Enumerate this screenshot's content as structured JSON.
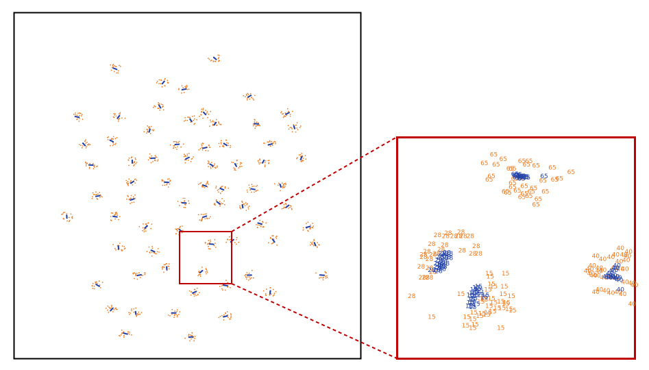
{
  "chart_data": [
    {
      "type": "scatter",
      "panel": "overview",
      "title": "",
      "xlabel": "",
      "ylabel": "",
      "grid": false,
      "xlim": [
        0,
        100
      ],
      "ylim": [
        0,
        100
      ],
      "cluster_centers": [
        [
          29,
          84
        ],
        [
          58,
          87
        ],
        [
          43,
          80
        ],
        [
          49,
          78
        ],
        [
          68,
          76
        ],
        [
          42,
          73
        ],
        [
          55,
          71
        ],
        [
          18,
          70
        ],
        [
          30,
          70
        ],
        [
          51,
          69
        ],
        [
          58,
          68
        ],
        [
          70,
          68
        ],
        [
          79,
          71
        ],
        [
          81,
          67
        ],
        [
          39,
          66
        ],
        [
          20,
          62
        ],
        [
          28,
          63
        ],
        [
          47,
          62
        ],
        [
          55,
          61
        ],
        [
          61,
          62
        ],
        [
          74,
          62
        ],
        [
          83,
          58
        ],
        [
          22,
          56
        ],
        [
          34,
          57
        ],
        [
          40,
          58
        ],
        [
          50,
          58
        ],
        [
          57,
          56
        ],
        [
          64,
          56
        ],
        [
          72,
          57
        ],
        [
          34,
          51
        ],
        [
          44,
          51
        ],
        [
          55,
          50
        ],
        [
          60,
          49
        ],
        [
          69,
          49
        ],
        [
          77,
          50
        ],
        [
          24,
          47
        ],
        [
          34,
          46
        ],
        [
          49,
          45
        ],
        [
          59,
          45
        ],
        [
          66,
          44
        ],
        [
          79,
          44
        ],
        [
          15,
          41
        ],
        [
          29,
          41
        ],
        [
          38,
          38
        ],
        [
          48,
          37
        ],
        [
          55,
          41
        ],
        [
          71,
          39
        ],
        [
          85,
          38
        ],
        [
          75,
          34
        ],
        [
          30,
          32
        ],
        [
          40,
          31
        ],
        [
          57,
          33
        ],
        [
          63,
          34
        ],
        [
          87,
          33
        ],
        [
          36,
          24
        ],
        [
          44,
          26
        ],
        [
          54,
          25
        ],
        [
          68,
          24
        ],
        [
          89,
          24
        ],
        [
          24,
          21
        ],
        [
          52,
          19
        ],
        [
          61,
          21
        ],
        [
          74,
          19
        ],
        [
          28,
          14
        ],
        [
          35,
          13
        ],
        [
          46,
          13
        ],
        [
          61,
          12
        ],
        [
          32,
          7
        ],
        [
          51,
          6
        ]
      ]
    },
    {
      "type": "scatter",
      "panel": "zoom",
      "title": "",
      "xlabel": "",
      "ylabel": "",
      "grid": false,
      "xlim": [
        0,
        100
      ],
      "ylim": [
        0,
        100
      ],
      "series": [
        {
          "label": "65",
          "color": "#f07d20",
          "points": [
            [
              40.5,
              92
            ],
            [
              44.5,
              90
            ],
            [
              52.5,
              89
            ],
            [
              55.5,
              89
            ],
            [
              36.5,
              88
            ],
            [
              41.5,
              87.5
            ],
            [
              54.5,
              87.5
            ],
            [
              48.5,
              85.5
            ],
            [
              47.5,
              85.5
            ],
            [
              58.5,
              87
            ],
            [
              65.5,
              86
            ],
            [
              73.5,
              84
            ],
            [
              50.5,
              82
            ],
            [
              39.5,
              82
            ],
            [
              38.5,
              80.5
            ],
            [
              68.5,
              81
            ],
            [
              49.5,
              81
            ],
            [
              66.5,
              80.5
            ],
            [
              52.5,
              81
            ],
            [
              48.5,
              79
            ],
            [
              53.5,
              77.5
            ],
            [
              57.5,
              76.5
            ],
            [
              56.5,
              75
            ],
            [
              45.5,
              75
            ],
            [
              46.5,
              74.5
            ],
            [
              53.5,
              74
            ],
            [
              55.5,
              73
            ],
            [
              59.5,
              71.5
            ],
            [
              58.5,
              69
            ],
            [
              48.5,
              77
            ],
            [
              61.5,
              80
            ],
            [
              62.5,
              75
            ],
            [
              50.5,
              75.5
            ],
            [
              52.5,
              72.5
            ]
          ]
        },
        {
          "label": "65",
          "color": "#1f3fa8",
          "points": [
            [
              49.5,
              83
            ],
            [
              50.0,
              82.5
            ],
            [
              50.5,
              82.2
            ],
            [
              51.0,
              82.8
            ],
            [
              51.5,
              82.0
            ],
            [
              52.0,
              81.8
            ],
            [
              52.5,
              82.1
            ],
            [
              53.0,
              81.9
            ],
            [
              53.5,
              81.6
            ],
            [
              54.0,
              81.8
            ],
            [
              50.2,
              81.6
            ],
            [
              51.2,
              81.3
            ],
            [
              52.2,
              81.0
            ],
            [
              54.5,
              81.4
            ],
            [
              62.0,
              82.0
            ]
          ]
        },
        {
          "label": "28",
          "color": "#f07d20",
          "points": [
            [
              21.0,
              56
            ],
            [
              26.5,
              56.5
            ],
            [
              16.5,
              55
            ],
            [
              20.0,
              54.5
            ],
            [
              23.5,
              54.5
            ],
            [
              25.5,
              54.5
            ],
            [
              27.5,
              54.5
            ],
            [
              30.5,
              54.5
            ],
            [
              14.0,
              51
            ],
            [
              19.5,
              50.5
            ],
            [
              33.0,
              50
            ],
            [
              18.0,
              48.5
            ],
            [
              12.0,
              47.5
            ],
            [
              16.0,
              46.5
            ],
            [
              27.0,
              48
            ],
            [
              31.5,
              46.5
            ],
            [
              34.0,
              46.5
            ],
            [
              10.5,
              46
            ],
            [
              14.5,
              46
            ],
            [
              10.5,
              45
            ],
            [
              13.0,
              44
            ],
            [
              9.5,
              40.5
            ],
            [
              13.0,
              40
            ],
            [
              14.5,
              38
            ],
            [
              10.0,
              35.5
            ],
            [
              11.5,
              35.5
            ],
            [
              13.0,
              35.5
            ],
            [
              5.5,
              27
            ]
          ]
        },
        {
          "label": "28",
          "color": "#1f3fa8",
          "points": [
            [
              18.5,
              46.5
            ],
            [
              19.5,
              46.5
            ],
            [
              20.5,
              47
            ],
            [
              21.5,
              46.5
            ],
            [
              17.5,
              45
            ],
            [
              18.5,
              45.5
            ],
            [
              19.5,
              44.5
            ],
            [
              20.5,
              45
            ],
            [
              21.5,
              44.5
            ],
            [
              17.0,
              43.5
            ],
            [
              18.0,
              43
            ],
            [
              19.0,
              42.5
            ],
            [
              20.0,
              42
            ],
            [
              16.5,
              42
            ],
            [
              17.5,
              41.5
            ],
            [
              18.5,
              41
            ],
            [
              19.0,
              40.5
            ],
            [
              16.5,
              40.5
            ],
            [
              17.5,
              40
            ],
            [
              16.0,
              39
            ],
            [
              17.0,
              38.5
            ],
            [
              18.5,
              39.5
            ],
            [
              14.0,
              39
            ]
          ]
        },
        {
          "label": "15",
          "color": "#f07d20",
          "points": [
            [
              38.5,
              37.5
            ],
            [
              45.5,
              37.5
            ],
            [
              39.0,
              36
            ],
            [
              39.5,
              32.5
            ],
            [
              40.5,
              31.5
            ],
            [
              38.0,
              30
            ],
            [
              45.0,
              31.5
            ],
            [
              44.5,
              28
            ],
            [
              48.0,
              27
            ],
            [
              36.0,
              26
            ],
            [
              39.5,
              26
            ],
            [
              36.5,
              25.5
            ],
            [
              35.0,
              24.5
            ],
            [
              46.0,
              24
            ],
            [
              38.5,
              22.5
            ],
            [
              38.0,
              19.5
            ],
            [
              35.5,
              19
            ],
            [
              37.5,
              18.5
            ],
            [
              40.0,
              20
            ],
            [
              42.0,
              21.5
            ],
            [
              44.0,
              21.5
            ],
            [
              47.0,
              21
            ],
            [
              48.5,
              20.5
            ],
            [
              45.5,
              23.5
            ],
            [
              40.5,
              24
            ],
            [
              43.5,
              24.5
            ],
            [
              14.0,
              17.5
            ],
            [
              29.0,
              17.5
            ],
            [
              32.0,
              19.5
            ],
            [
              34.5,
              18
            ],
            [
              31.5,
              16.5
            ],
            [
              28.5,
              13.5
            ],
            [
              31.5,
              12.5
            ],
            [
              32.5,
              14
            ],
            [
              43.5,
              12.5
            ],
            [
              26.5,
              28
            ]
          ]
        },
        {
          "label": "15",
          "color": "#1f3fa8",
          "points": [
            [
              33.0,
              31
            ],
            [
              34.0,
              31.5
            ],
            [
              32.0,
              30
            ],
            [
              33.5,
              30.5
            ],
            [
              31.5,
              28.5
            ],
            [
              32.5,
              29
            ],
            [
              33.5,
              28.5
            ],
            [
              34.5,
              29.5
            ],
            [
              30.5,
              27.5
            ],
            [
              31.5,
              27
            ],
            [
              32.5,
              27.5
            ],
            [
              31.0,
              25.5
            ],
            [
              32.0,
              26
            ],
            [
              30.5,
              24
            ],
            [
              31.5,
              24.5
            ],
            [
              30.0,
              22.5
            ],
            [
              31.0,
              22.5
            ],
            [
              31.5,
              22
            ],
            [
              33.0,
              23.5
            ],
            [
              35.0,
              27.5
            ],
            [
              36.5,
              26.5
            ],
            [
              37.0,
              27.5
            ]
          ]
        },
        {
          "label": "40",
          "color": "#f07d20",
          "points": [
            [
              94.5,
              49
            ],
            [
              98.0,
              47.5
            ],
            [
              92.5,
              46
            ],
            [
              96.0,
              46
            ],
            [
              97.5,
              45.5
            ],
            [
              90.5,
              45
            ],
            [
              94.0,
              43
            ],
            [
              97.0,
              43.5
            ],
            [
              84.0,
              45.5
            ],
            [
              87.0,
              44
            ],
            [
              82.5,
              41
            ],
            [
              85.5,
              40
            ],
            [
              87.0,
              39
            ],
            [
              92.0,
              40
            ],
            [
              94.5,
              39.5
            ],
            [
              96.5,
              39.5
            ],
            [
              81.5,
              39.5
            ],
            [
              85.5,
              38.5
            ],
            [
              80.5,
              38.5
            ],
            [
              82.0,
              37.5
            ],
            [
              83.0,
              36.5
            ],
            [
              84.5,
              36.5
            ],
            [
              87.5,
              35.5
            ],
            [
              90.0,
              35.5
            ],
            [
              92.5,
              35.5
            ],
            [
              96.5,
              33.5
            ],
            [
              99.5,
              33
            ],
            [
              100.5,
              32
            ],
            [
              85.5,
              30
            ],
            [
              88.5,
              29.5
            ],
            [
              90.5,
              28.5
            ],
            [
              93.5,
              29
            ],
            [
              84.0,
              29
            ],
            [
              95.5,
              28
            ],
            [
              99.5,
              23.5
            ]
          ]
        },
        {
          "label": "40",
          "color": "#1f3fa8",
          "points": [
            [
              93.0,
              41
            ],
            [
              92.5,
              40
            ],
            [
              92.0,
              39
            ],
            [
              91.0,
              38.5
            ],
            [
              90.0,
              37.5
            ],
            [
              89.5,
              36.5
            ],
            [
              90.5,
              36
            ],
            [
              91.5,
              36.5
            ],
            [
              92.5,
              36
            ],
            [
              93.0,
              35
            ],
            [
              93.5,
              35.5
            ],
            [
              94.0,
              34.5
            ],
            [
              89.5,
              35.5
            ],
            [
              88.5,
              36
            ],
            [
              91.0,
              35.5
            ],
            [
              94.5,
              30
            ]
          ]
        }
      ]
    }
  ],
  "colors": {
    "frame": "#000000",
    "highlight": "#c00000",
    "orange": "#f07d20",
    "blue": "#1f3fa8"
  }
}
